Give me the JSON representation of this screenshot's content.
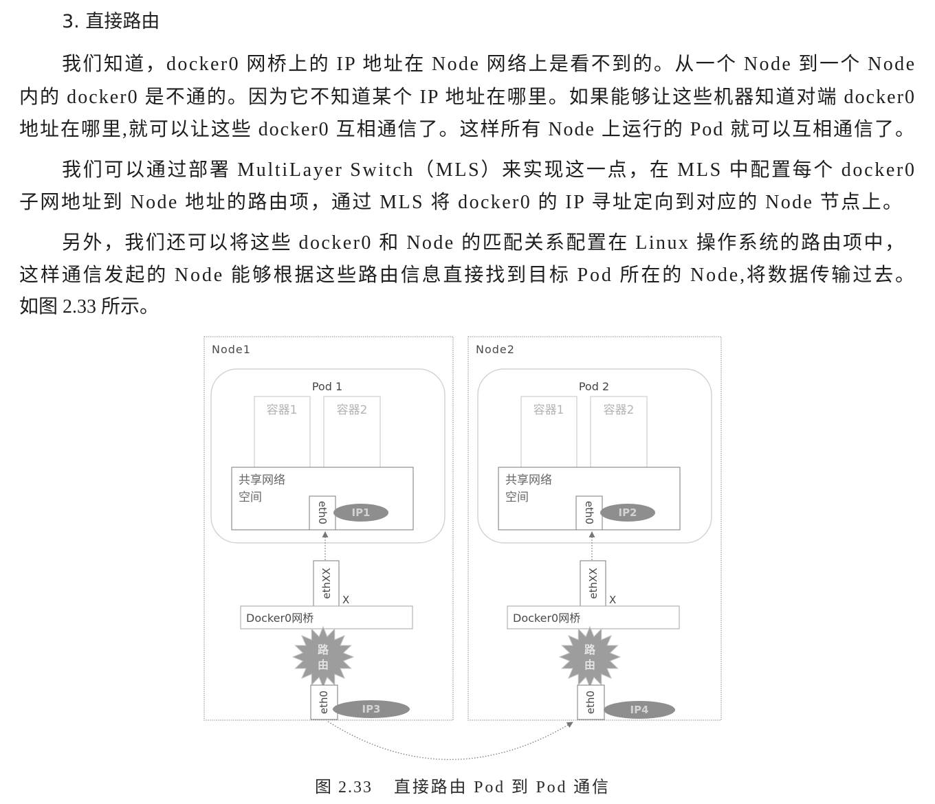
{
  "heading": "3. 直接路由",
  "paragraphs": [
    {
      "lines": [
        "我们知道，docker0 网桥上的 IP 地址在 Node 网络上是看不到的。从一个 Node 到一个 Node",
        "内的 docker0 是不通的。因为它不知道某个 IP 地址在哪里。如果能够让这些机器知道对端 docker0",
        "地址在哪里,就可以让这些 docker0 互相通信了。这样所有 Node 上运行的 Pod 就可以互相通信了。"
      ]
    },
    {
      "lines": [
        "我们可以通过部署 MultiLayer Switch（MLS）来实现这一点，在 MLS 中配置每个 docker0",
        "子网地址到 Node 地址的路由项，通过 MLS 将 docker0 的 IP 寻址定向到对应的 Node 节点上。"
      ]
    },
    {
      "lines": [
        "另外，我们还可以将这些 docker0 和 Node 的匹配关系配置在 Linux 操作系统的路由项中，",
        "这样通信发起的 Node 能够根据这些路由信息直接找到目标 Pod 所在的 Node,将数据传输过去。",
        "如图 2.33 所示。"
      ]
    }
  ],
  "figure": {
    "nodes": [
      {
        "label": "Node1",
        "pod": "Pod 1",
        "containers": [
          "容器1",
          "容器2"
        ],
        "shared_net": [
          "共享网络",
          "空间"
        ],
        "pod_eth": "eth0",
        "pod_ip": "IP1",
        "veth": "ethXX",
        "veth_mark": "X",
        "bridge": "Docker0网桥",
        "router": [
          "路",
          "由"
        ],
        "host_eth": "eth0",
        "host_ip": "IP3"
      },
      {
        "label": "Node2",
        "pod": "Pod 2",
        "containers": [
          "容器1",
          "容器2"
        ],
        "shared_net": [
          "共享网络",
          "空间"
        ],
        "pod_eth": "eth0",
        "pod_ip": "IP2",
        "veth": "ethXX",
        "veth_mark": "X",
        "bridge": "Docker0网桥",
        "router": [
          "路",
          "由"
        ],
        "host_eth": "eth0",
        "host_ip": "IP4"
      }
    ],
    "caption_number": "图 2.33",
    "caption_title": "直接路由 Pod 到 Pod 通信"
  },
  "colors": {
    "text": "#1e1e1e",
    "ip_fill": "#8e8e8e",
    "router_fill": "#9d9d9d"
  }
}
